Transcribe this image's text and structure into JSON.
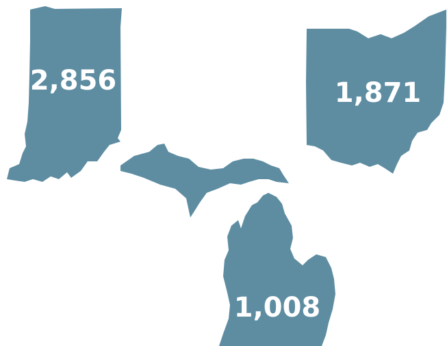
{
  "colors": {
    "shape": "#5e8da2",
    "label": "#ffffff",
    "background": "#ffffff"
  },
  "states": [
    {
      "id": "indiana",
      "value": "2,856"
    },
    {
      "id": "ohio",
      "value": "1,871"
    },
    {
      "id": "michigan",
      "value": "1,008"
    }
  ]
}
